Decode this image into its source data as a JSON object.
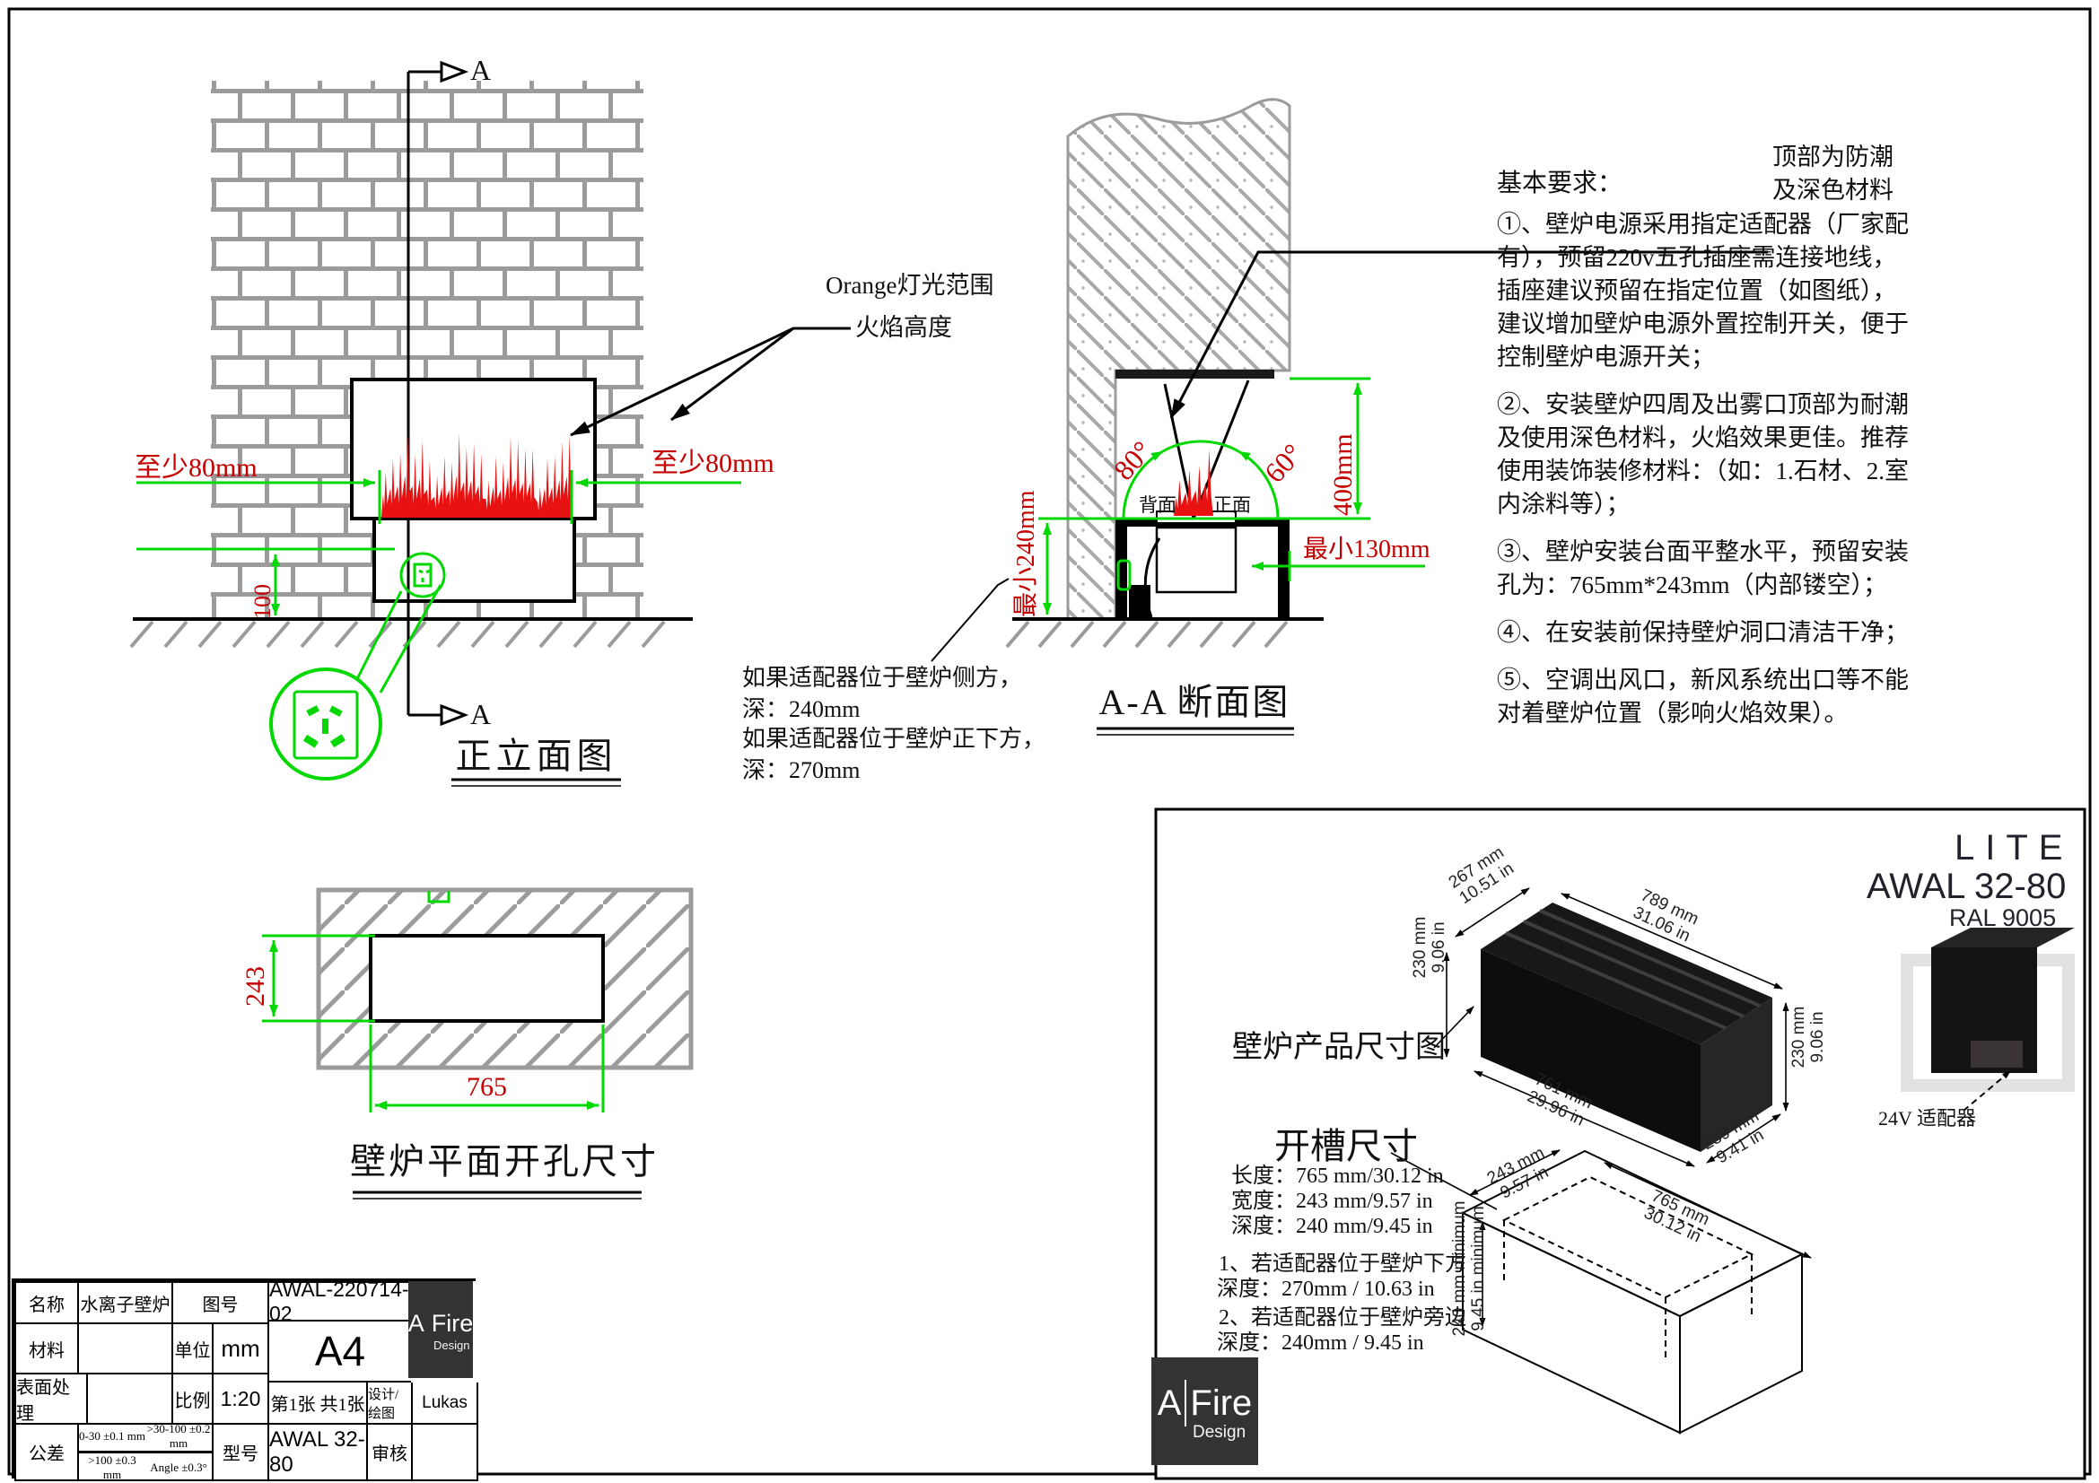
{
  "colors": {
    "green": "#00d800",
    "dim_red": "#c40000",
    "flame_red": "#e81212",
    "brick_gray": "#9b9b9b",
    "logo_dark": "#333333"
  },
  "elevation": {
    "title": "正立面图",
    "section_marker": "A",
    "min80_left": "至少80mm",
    "min80_right": "至少80mm",
    "dim_100": "100",
    "orange_note_line1": "Orange灯光范围",
    "orange_note_line2": "火焰高度"
  },
  "section": {
    "title": "A-A 断面图",
    "top_note_line1": "顶部为防潮",
    "top_note_line2": "及深色材料",
    "angle_left": "80°",
    "angle_right": "60°",
    "dim_400": "400mm",
    "dim_min240": "最小240mm",
    "dim_min130": "最小130mm",
    "label_back": "背面",
    "label_front": "正面",
    "adapter_note_line1": "如果适配器位于壁炉侧方，",
    "adapter_note_line2": "深：240mm",
    "adapter_note_line3": "如果适配器位于壁炉正下方，",
    "adapter_note_line4": "深：270mm"
  },
  "requirements": {
    "title": "基本要求：",
    "items": [
      "①、壁炉电源采用指定适配器（厂家配有），预留220v五孔插座需连接地线，插座建议预留在指定位置（如图纸），建议增加壁炉电源外置控制开关，便于控制壁炉电源开关；",
      "②、安装壁炉四周及出雾口顶部为耐潮及使用深色材料，火焰效果更佳。推荐使用装饰装修材料：（如：1.石材、2.室内涂料等）；",
      "③、壁炉安装台面平整水平，预留安装孔为：765mm*243mm（内部镂空）；",
      "④、在安装前保持壁炉洞口清洁干净；",
      "⑤、空调出风口，新风系统出口等不能对着壁炉位置（影响火焰效果）。"
    ]
  },
  "plan": {
    "title": "壁炉平面开孔尺寸",
    "dim_width": "765",
    "dim_depth": "243"
  },
  "product": {
    "series": "LITE",
    "model": "AWAL 32-80",
    "ral": "RAL 9005",
    "product_dim_label": "壁炉产品尺寸图",
    "adapter_label": "24V 适配器",
    "iso_dims": {
      "d267_mm": "267 mm",
      "d267_in": "10.51 in",
      "d230l_mm": "230 mm",
      "d230l_in": "9.06 in",
      "d789_mm": "789 mm",
      "d789_in": "31.06 in",
      "d230r_mm": "230 mm",
      "d230r_in": "9.06 in",
      "d761_mm": "761 mm",
      "d761_in": "29.96 in",
      "d239_mm": "239 mm",
      "d239_in": "9.41 in"
    },
    "slot": {
      "heading": "开槽尺寸",
      "spec_length": "长度：765 mm/30.12 in",
      "spec_width": "宽度：243 mm/9.57 in",
      "spec_depth": "深度：240 mm/9.45 in",
      "note1_line1": "1、若适配器位于壁炉下方",
      "note1_line2": "深度：270mm / 10.63 in",
      "note2_line1": "2、若适配器位于壁炉旁边",
      "note2_line2": "深度：240mm / 9.45 in",
      "d243_mm": "243 mm",
      "d243_in": "9.57 in",
      "d240_mm": "240 mm minimum",
      "d240_in": "9.45 in minimum",
      "d765_mm": "765 mm",
      "d765_in": "30.12 in"
    },
    "logo": {
      "a": "A",
      "fire": "Fire",
      "design": "Design"
    }
  },
  "titleblock": {
    "name_label": "名称",
    "name_value": "水离子壁炉",
    "drawing_no_label": "图号",
    "drawing_no_value": "AWAL-220714-02",
    "material_label": "材料",
    "material_value": "",
    "unit_label": "单位",
    "unit_value": "mm",
    "paper_size": "A4",
    "surface_label": "表面处理",
    "surface_value": "",
    "scale_label": "比例",
    "scale_value": "1:20",
    "sheet_info": "第1张 共1张",
    "designer_label": "设计/绘图",
    "designer_value": "Lukas",
    "tolerance_label": "公差",
    "tol_1": "0-30 ±0.1 mm",
    "tol_2": ">30-100 ±0.2 mm",
    "tol_3": ">100 ±0.3 mm",
    "tol_4": "Angle ±0.3°",
    "model_label": "型号",
    "model_value": "AWAL 32-80",
    "check_label": "审核",
    "check_value": ""
  }
}
